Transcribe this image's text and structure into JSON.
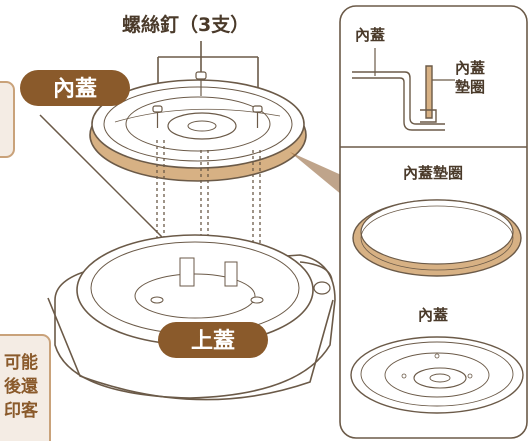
{
  "labels": {
    "screws": "螺絲釘（3支）",
    "inner_lid": "內蓋",
    "outer_lid": "上蓋",
    "panel_inner_lid": "內蓋",
    "panel_gasket_line1": "內蓋",
    "panel_gasket_line2": "墊圈",
    "gasket_title": "內蓋墊圈",
    "inner_lid_title": "內蓋",
    "side_note_line1": "可能",
    "side_note_line2": "後還",
    "side_note_line3": "印客"
  },
  "colors": {
    "brand_brown": "#8a5a2b",
    "light_brown": "#c9a27a",
    "gasket_tan": "#d7b184",
    "outline": "#6b5a48",
    "pale_fill": "#ffffff",
    "note_bg": "#f4ece4"
  }
}
